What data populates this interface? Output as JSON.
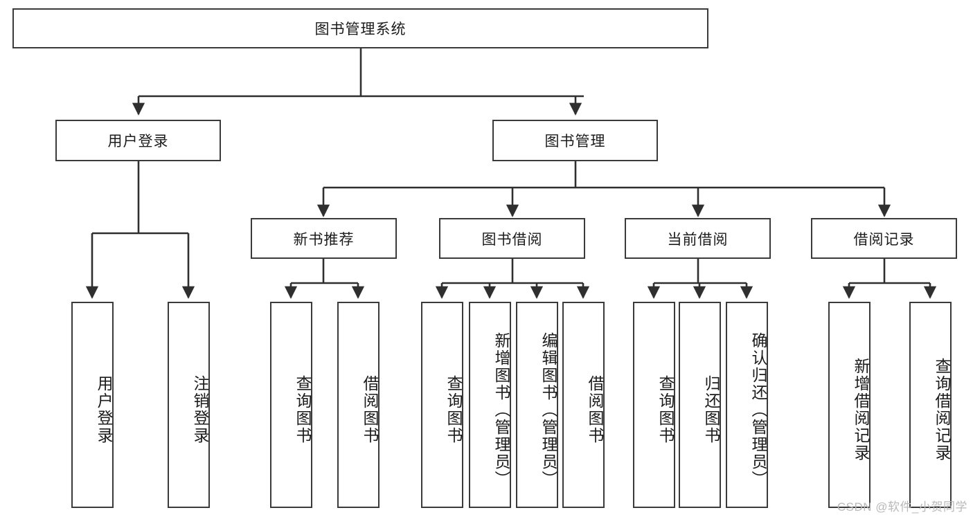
{
  "diagram": {
    "type": "tree",
    "title": "图书管理系统",
    "root": {
      "label": "图书管理系统"
    },
    "level1": [
      {
        "label": "用户登录"
      },
      {
        "label": "图书管理"
      }
    ],
    "level2": [
      {
        "label": "新书推荐"
      },
      {
        "label": "图书借阅"
      },
      {
        "label": "当前借阅"
      },
      {
        "label": "借阅记录"
      }
    ],
    "leaves": {
      "user_login": [
        {
          "label": "用户登录"
        },
        {
          "label": "注销登录"
        }
      ],
      "new_book_recommend": [
        {
          "label": "查询图书"
        },
        {
          "label": "借阅图书"
        }
      ],
      "book_borrow": [
        {
          "label": "查询图书"
        },
        {
          "label": "新增图书（管理员）"
        },
        {
          "label": "编辑图书（管理员）"
        },
        {
          "label": "借阅图书"
        }
      ],
      "current_borrow": [
        {
          "label": "查询图书"
        },
        {
          "label": "归还图书"
        },
        {
          "label": "确认归还（管理员）"
        }
      ],
      "borrow_record": [
        {
          "label": "新增借阅记录"
        },
        {
          "label": "查询借阅记录"
        }
      ]
    }
  },
  "watermark": {
    "text": "CSDN @软件_小贺同学"
  },
  "colors": {
    "box_border": "#3a3a3a",
    "connector": "#2f2f2f",
    "text": "#1b1b1b",
    "watermark": "#b9b9b9",
    "background": "#ffffff"
  }
}
